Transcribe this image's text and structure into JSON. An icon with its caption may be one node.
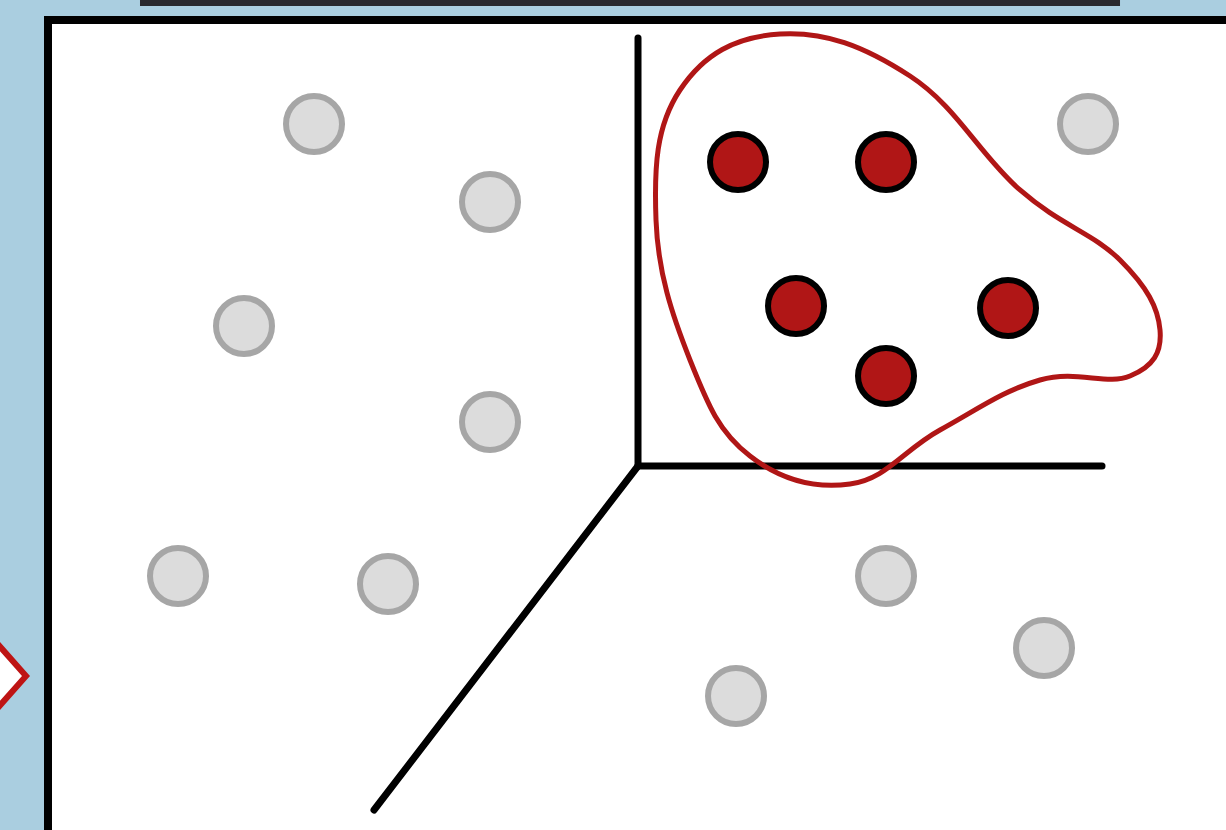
{
  "diagram": {
    "nodes": [
      {
        "text": [],
        "shape": "cloud"
      },
      {
        "text": [],
        "shape": "circle"
      },
      {
        "text": [],
        "shape": "circle"
      },
      {
        "text": [],
        "shape": "circle",
        "in": 0
      },
      {
        "text": [],
        "shape": "circle",
        "in": 0
      },
      {
        "text": [],
        "shape": "circle"
      },
      {
        "text": [],
        "shape": "circle",
        "in": 0
      },
      {
        "text": [],
        "shape": "circle",
        "in": 0
      },
      {
        "text": [],
        "shape": "circle"
      },
      {
        "text": [],
        "shape": "circle",
        "in": 0
      },
      {
        "text": [],
        "shape": "circle"
      },
      {
        "text": [],
        "shape": "circle"
      },
      {
        "text": [],
        "shape": "circle"
      },
      {
        "text": [],
        "shape": "circle"
      },
      {
        "text": [],
        "shape": "circle"
      },
      {
        "text": [],
        "shape": "circle"
      }
    ]
  }
}
